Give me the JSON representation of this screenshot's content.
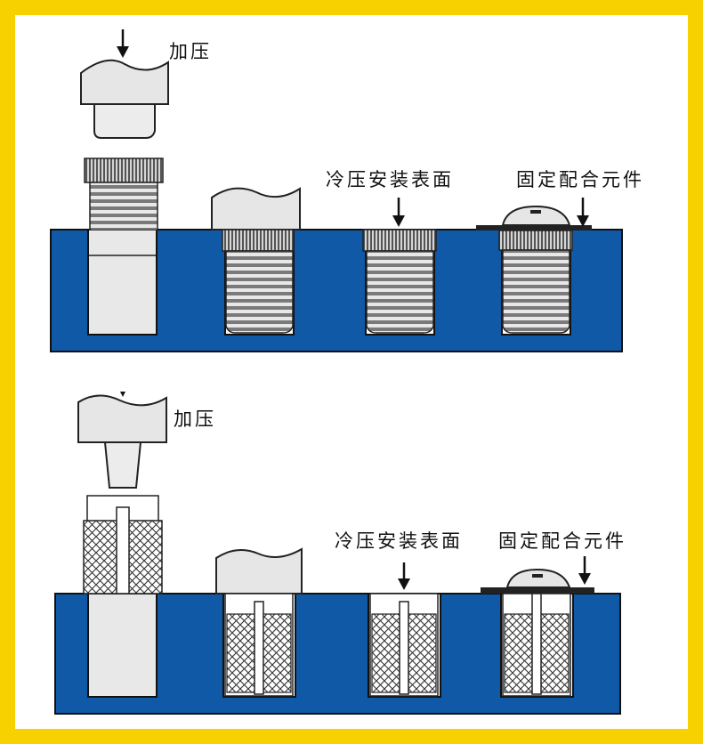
{
  "colors": {
    "frame": "#f7d200",
    "board": "#1059a6",
    "part_fill": "#e6e6e6",
    "outline": "#222222"
  },
  "top": {
    "press_label": "加压",
    "surface_label": "冷压安装表面",
    "mating_label": "固定配合元件"
  },
  "bottom": {
    "press_label": "加压",
    "surface_label": "冷压安装表面",
    "mating_label": "固定配合元件"
  }
}
